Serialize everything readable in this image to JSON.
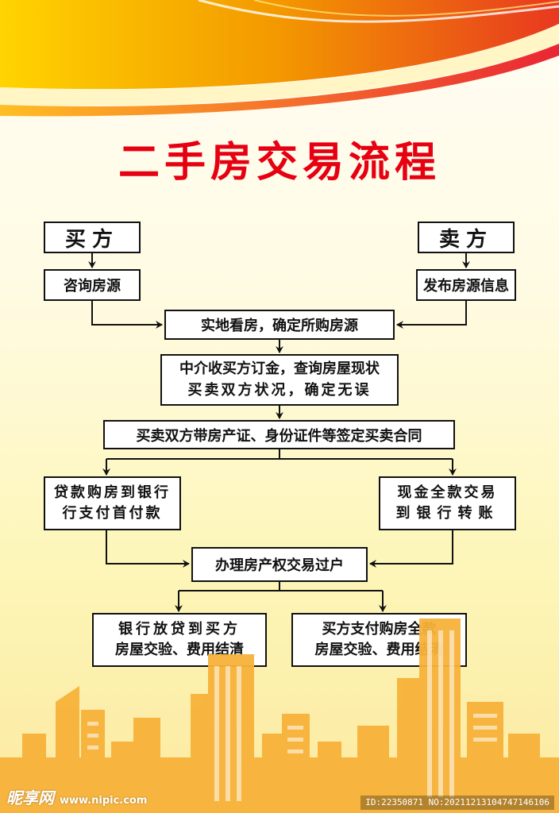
{
  "title": "二手房交易流程",
  "nodes": {
    "buyer": "买方",
    "seller": "卖方",
    "consult": "咨询房源",
    "publish": "发布房源信息",
    "visit": "实地看房，确定所购房源",
    "deposit": [
      "中介收买方订金，查询房屋现状",
      "买卖双方状况，确定无误"
    ],
    "contract": "买卖双方带房产证、身份证件等签定买卖合同",
    "loan": [
      "贷款购房到银行",
      "行支付首付款"
    ],
    "cash": [
      "现金全款交易",
      "到银行转账"
    ],
    "transfer": "办理房产权交易过户",
    "bank_pay": [
      "银行放贷到买方",
      "房屋交验、费用结清"
    ],
    "buyer_pay": [
      "买方支付购房全款",
      "房屋交验、费用结清"
    ]
  },
  "watermark": "昵享网",
  "watermark_url": "www.nipic.com",
  "image_id": "ID:22350871 NO:20211213104747146106",
  "colors": {
    "title": "#e60012",
    "box_border": "#111111",
    "arrow": "#111111",
    "banner_orange": "#f39800",
    "banner_red": "#e83820",
    "building": "#f5a623"
  }
}
